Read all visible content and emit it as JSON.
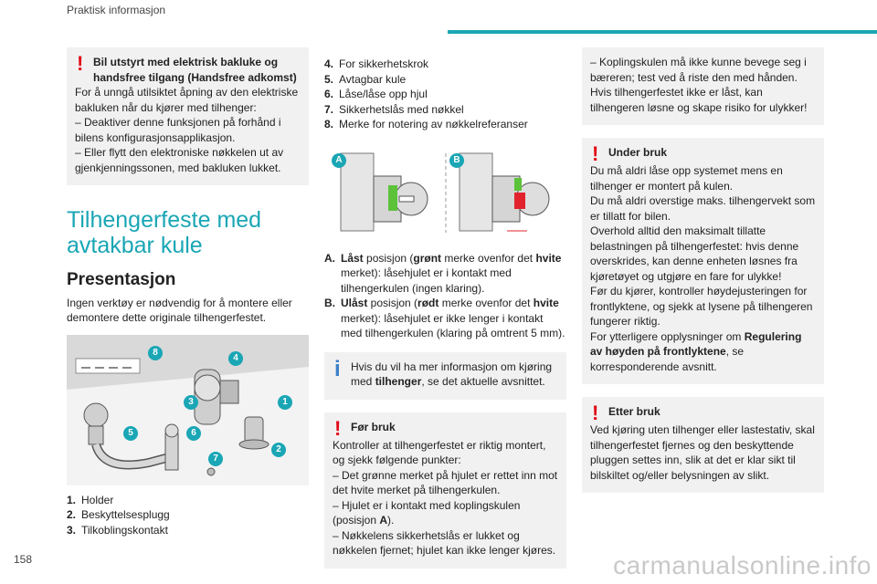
{
  "header": {
    "title": "Praktisk informasjon",
    "accent": "#1aa6b5"
  },
  "page_number": "158",
  "watermark": "carmanualsonline.info",
  "col1": {
    "warn1": {
      "title": "Bil utstyrt med elektrisk bakluke og handsfree tilgang (Handsfree adkomst)",
      "lines": [
        "For å unngå utilsiktet åpning av den elektriske bakluken når du kjører med tilhenger:",
        "– Deaktiver denne funksjonen på forhånd i bilens konfigurasjonsapplikasjon.",
        "– Eller flytt den elektroniske nøkkelen ut av gjenkjenningssonen, med bakluken lukket."
      ]
    },
    "section_title": "Tilhengerfeste med avtakbar kule",
    "presentation_title": "Presentasjon",
    "presentation_text": "Ingen verktøy er nødvendig for å montere eller demontere dette originale tilhengerfestet.",
    "callouts": [
      "8",
      "4",
      "3",
      "1",
      "5",
      "6",
      "2",
      "7"
    ],
    "items": [
      {
        "n": "1.",
        "t": "Holder"
      },
      {
        "n": "2.",
        "t": "Beskyttelsesplugg"
      },
      {
        "n": "3.",
        "t": "Tilkoblingskontakt"
      }
    ]
  },
  "col2": {
    "items": [
      {
        "n": "4.",
        "t": "For sikkerhetskrok"
      },
      {
        "n": "5.",
        "t": "Avtagbar kule"
      },
      {
        "n": "6.",
        "t": "Låse/låse opp hjul"
      },
      {
        "n": "7.",
        "t": "Sikkerhetslås med nøkkel"
      },
      {
        "n": "8.",
        "t": "Merke for notering av nøkkelreferanser"
      }
    ],
    "fig_labels": {
      "a": "A",
      "b": "B"
    },
    "a_item": {
      "n": "A.",
      "p1": "Låst",
      "p2": " posisjon (",
      "p3": "grønt",
      "p4": " merke ovenfor det ",
      "p5": "hvite",
      "p6": " merket): låsehjulet er i kontakt med tilhengerkulen (ingen klaring)."
    },
    "b_item": {
      "n": "B.",
      "p1": "Ulåst",
      "p2": " posisjon (",
      "p3": "rødt",
      "p4": " merke ovenfor det ",
      "p5": "hvite",
      "p6": " merket): låsehjulet er ikke lenger i kontakt med tilhengerkulen (klaring på omtrent 5 mm)."
    },
    "info": {
      "p1": "Hvis du vil ha mer informasjon om kjøring med ",
      "p2": "tilhenger",
      "p3": ", se det aktuelle avsnittet."
    },
    "warn2": {
      "title": "Før bruk",
      "first": "Kontroller at tilhengerfestet er riktig montert, og sjekk følgende punkter:",
      "l1": "– Det grønne merket på hjulet er rettet inn mot det hvite merket på tilhengerkulen.",
      "l2a": "– Hjulet er i kontakt med koplingskulen (posisjon ",
      "l2b": "A",
      "l2c": ").",
      "l3": "– Nøkkelens sikkerhetslås er lukket og nøkkelen fjernet; hjulet kan ikke lenger kjøres."
    }
  },
  "col3": {
    "cont": "– Koplingskulen må ikke kunne bevege seg i bæreren; test ved å riste den med hånden. Hvis tilhengerfestet ikke er låst, kan tilhengeren løsne og skape risiko for ulykker!",
    "warn3": {
      "title": "Under bruk",
      "first": "Du må aldri låse opp systemet mens en tilhenger er montert på kulen.",
      "l1": "Du må aldri overstige maks. tilhengervekt som er tillatt for bilen.",
      "l2": "Overhold alltid den maksimalt tillatte belastningen på tilhengerfestet: hvis denne overskrides, kan denne enheten løsnes fra kjøretøyet og utgjøre en fare for ulykke!",
      "l3": "Før du kjører, kontroller høydejusteringen for frontlyktene, og sjekk at lysene på tilhengeren fungerer riktig.",
      "l4a": "For ytterligere opplysninger om ",
      "l4b": "Regulering av høyden på frontlyktene",
      "l4c": ", se korresponderende avsnitt."
    },
    "warn4": {
      "title": "Etter bruk",
      "first": "Ved kjøring uten tilhenger eller lastestativ, skal tilhengerfestet fjernes og den beskyttende pluggen settes inn, slik at det er klar sikt til bilskiltet og/eller belysningen av slikt."
    }
  }
}
